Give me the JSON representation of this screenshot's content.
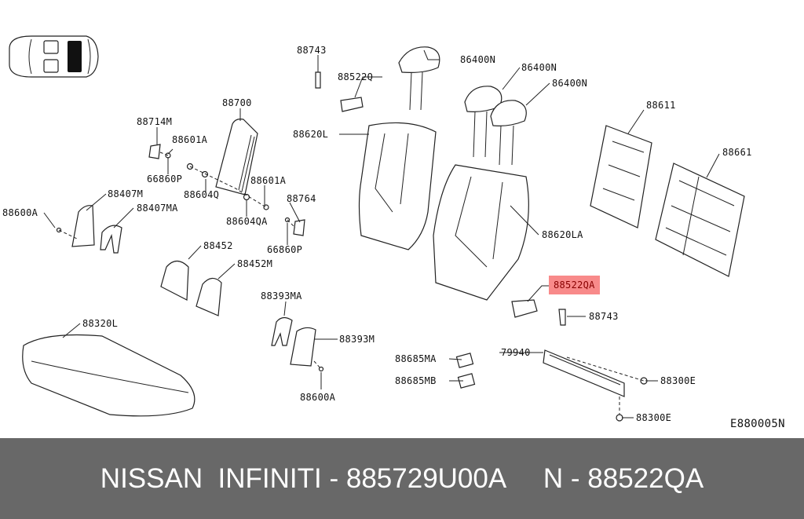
{
  "diagram": {
    "code": "E880005N",
    "highlighted_part": "88522QA",
    "labels": [
      "88743",
      "88522Q",
      "86400N",
      "86400N",
      "86400N",
      "88700",
      "88714M",
      "88601A",
      "88620L",
      "88611",
      "88661",
      "66860P",
      "88604Q",
      "88601A",
      "88407M",
      "88764",
      "88600A",
      "88407MA",
      "88604QA",
      "88620LA",
      "66860P",
      "88452",
      "88452M",
      "88522QA",
      "88393MA",
      "88743",
      "88320L",
      "88393M",
      "79940",
      "88685MA",
      "88685MB",
      "88300E",
      "88600A",
      "88300E"
    ],
    "highlight_color": "#f88a8a"
  },
  "footer": {
    "text": "NISSAN  INFINITI - 885729U00A     N - 88522QA"
  }
}
